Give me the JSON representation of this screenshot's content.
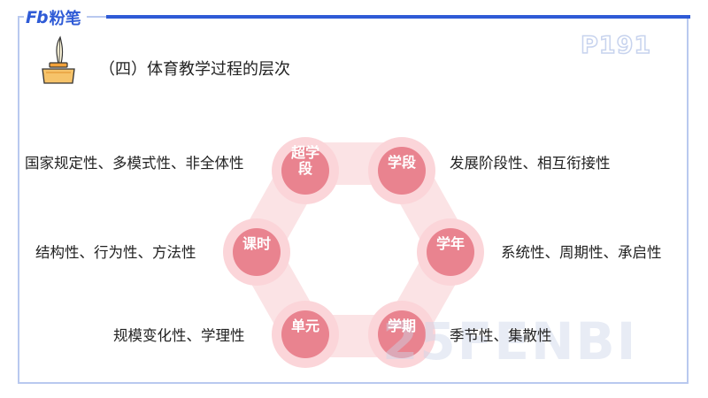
{
  "brand": {
    "mark": "Fb",
    "name": "粉笔"
  },
  "page_number": "P191",
  "heading": "（四）体育教学过程的层次",
  "watermark": "25FENBI",
  "nodes": {
    "chao": "超学段",
    "xueduan": "学段",
    "xuenian": "学年",
    "xueqi": "学期",
    "danyuan": "单元",
    "keshi": "课时"
  },
  "descriptions": {
    "chao": "国家规定性、多模式性、非全体性",
    "xueduan": "发展阶段性、相互衔接性",
    "xuenian": "系统性、周期性、承启性",
    "xueqi": "季节性、集散性",
    "danyuan": "规模变化性、学理性",
    "keshi": "结构性、行为性、方法性"
  },
  "colors": {
    "accent": "#2f5bd6",
    "node": "#e9838f",
    "ring": "#fbd9dc"
  }
}
